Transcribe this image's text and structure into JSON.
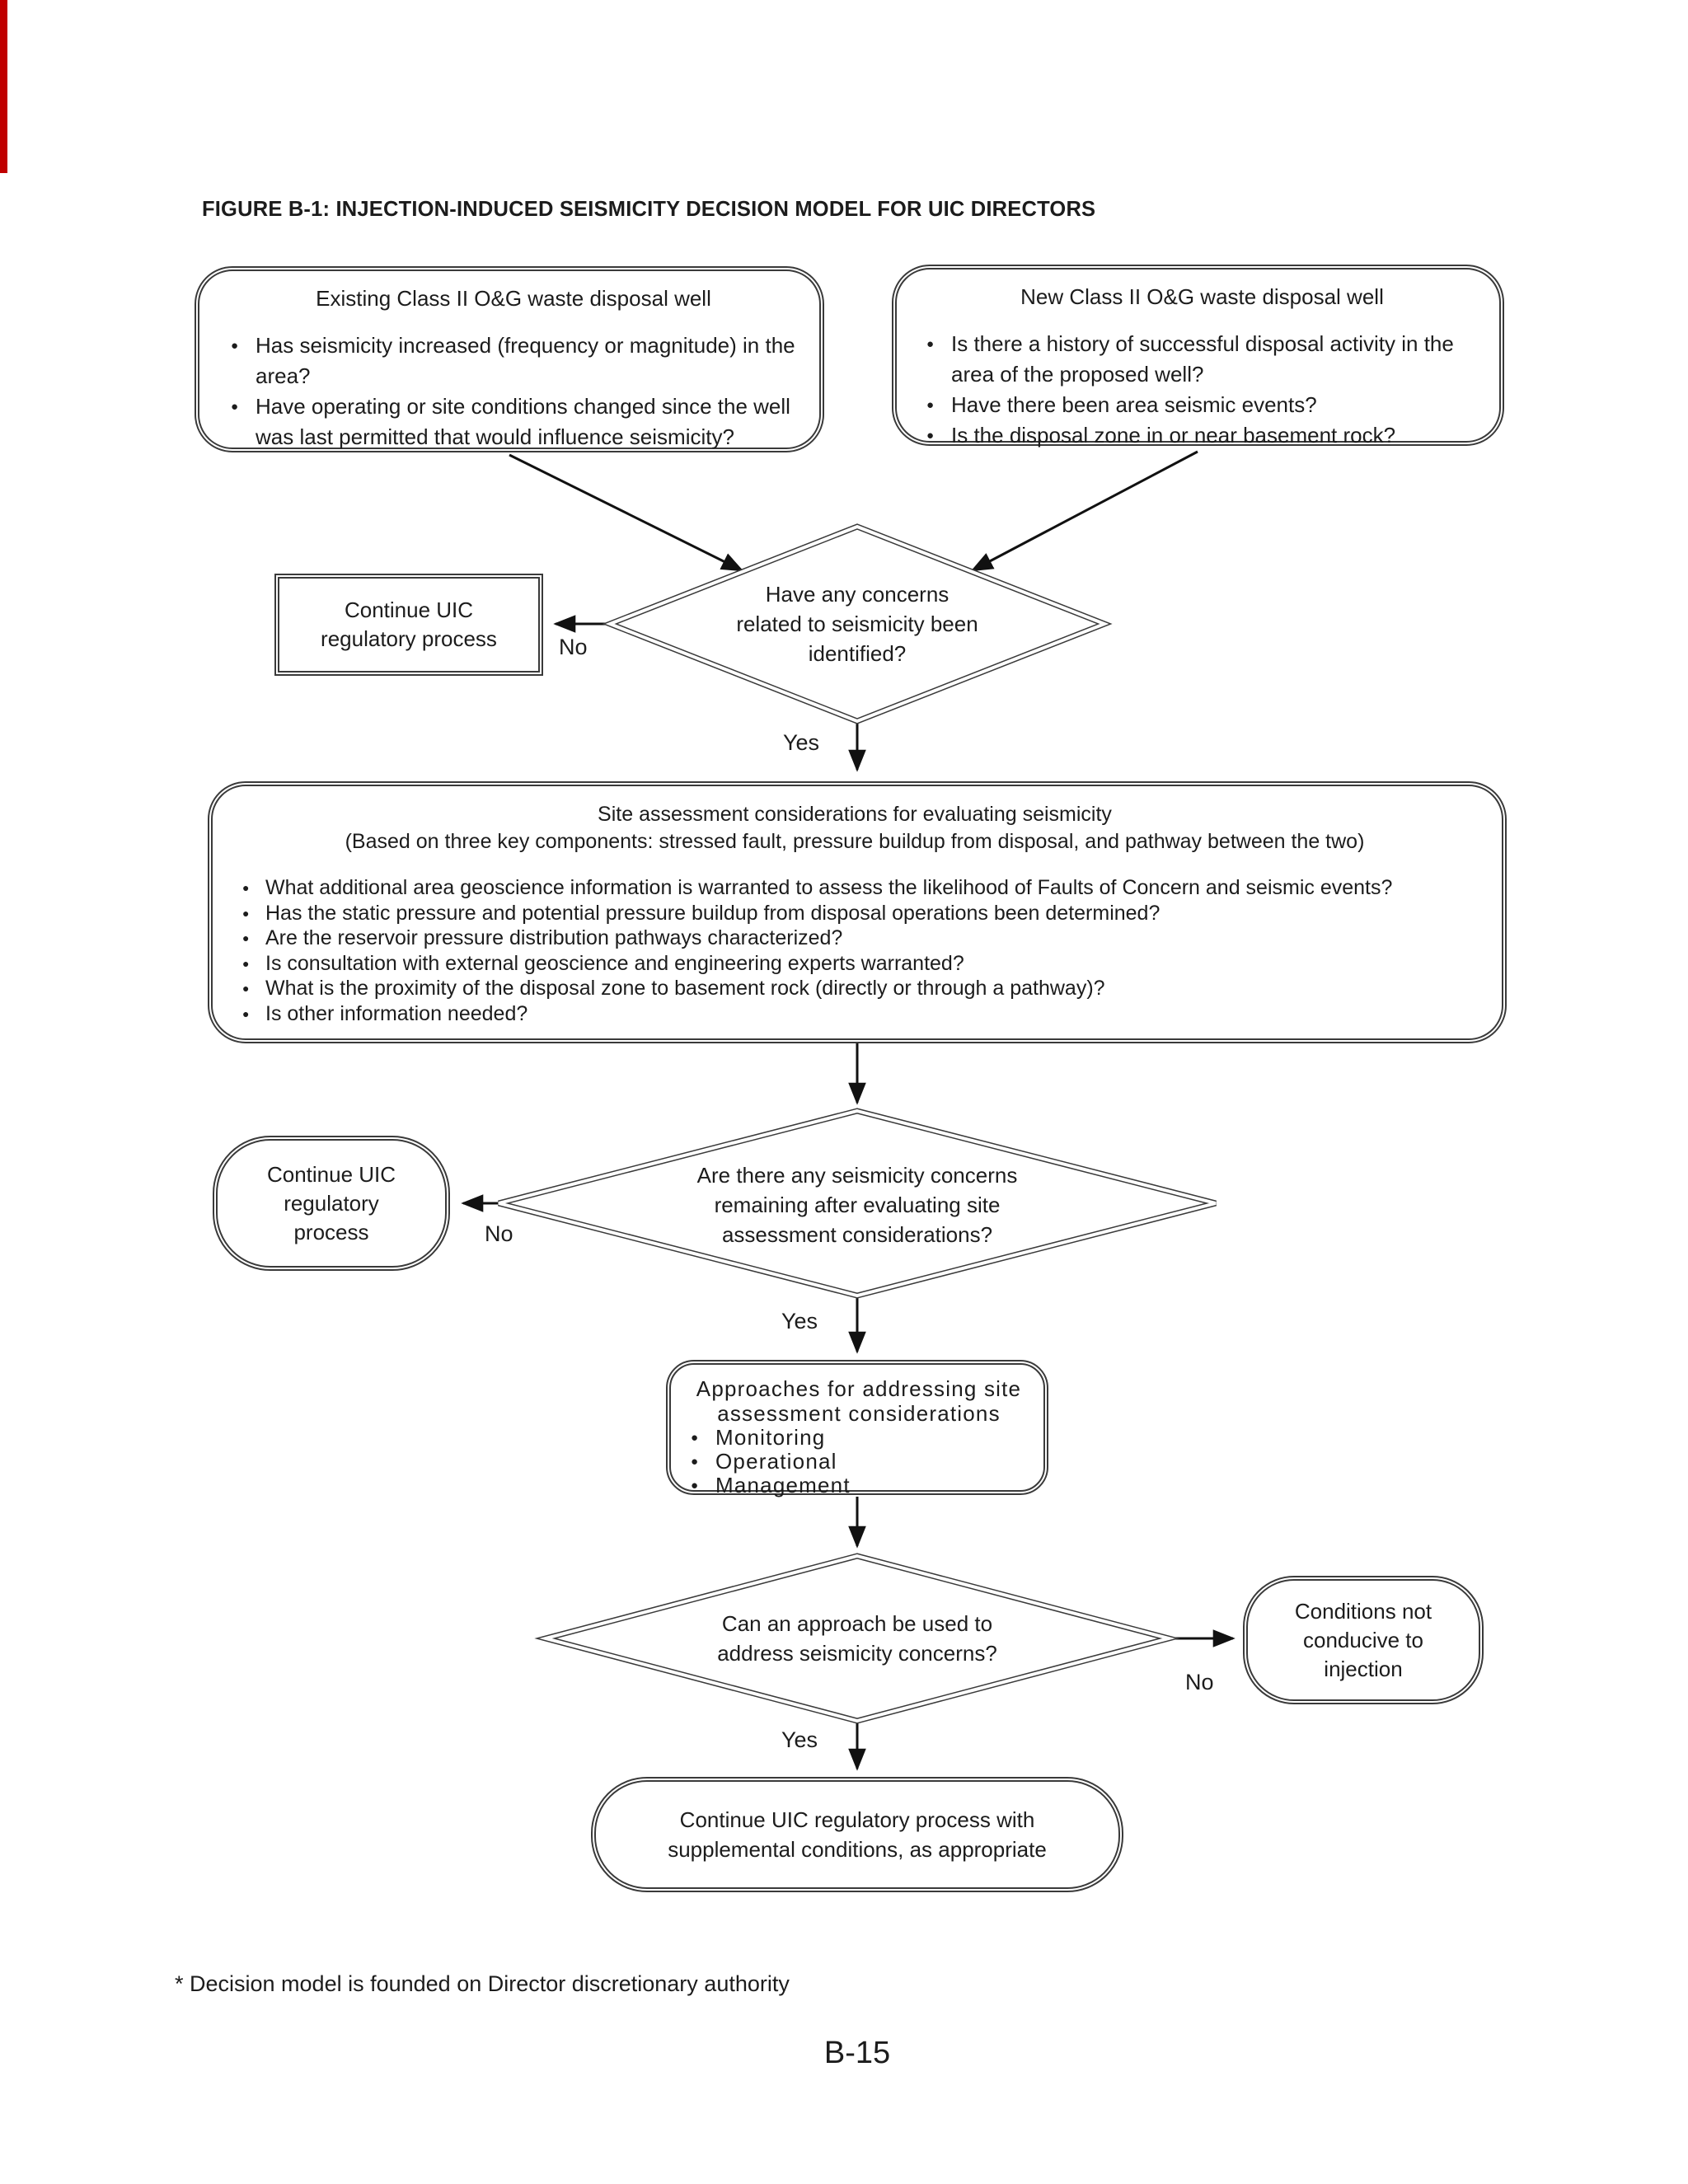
{
  "page": {
    "title": "FIGURE B-1: INJECTION-INDUCED SEISMICITY DECISION MODEL FOR UIC DIRECTORS",
    "footnote": "* Decision model is founded on Director discretionary authority",
    "page_number": "B-15",
    "accent_color": "#c00000",
    "line_color": "#111111",
    "border_color": "#3a3a3a"
  },
  "nodes": {
    "existing_well": {
      "title": "Existing Class II O&G waste disposal well",
      "bullets": [
        "Has seismicity increased (frequency or magnitude) in the area?",
        "Have operating or site conditions changed since the well was last permitted that would influence seismicity?"
      ]
    },
    "new_well": {
      "title": "New Class II O&G waste disposal well",
      "bullets": [
        "Is there a history of successful disposal activity in the area of the proposed well?",
        "Have there been area seismic events?",
        "Is the disposal zone in or near basement rock?"
      ]
    },
    "decision_concerns_identified": {
      "text": "Have any concerns related to seismicity been identified?"
    },
    "continue_uic_1": {
      "text": "Continue UIC regulatory process"
    },
    "site_assessment": {
      "title": "Site assessment considerations for evaluating seismicity",
      "subtitle": "(Based on three key components:  stressed fault, pressure buildup from disposal, and pathway between the two)",
      "bullets": [
        "What additional area geoscience information is warranted to assess the likelihood of Faults of Concern and seismic events?",
        "Has the static pressure and potential pressure buildup from disposal operations been determined?",
        "Are the reservoir pressure distribution pathways characterized?",
        "Is consultation with external geoscience and engineering experts warranted?",
        "What is the proximity of the disposal zone to basement rock (directly or through a pathway)?",
        "Is other information needed?"
      ]
    },
    "decision_concerns_remaining": {
      "text": "Are there any seismicity concerns remaining after evaluating site assessment considerations?"
    },
    "continue_uic_2": {
      "text": "Continue UIC regulatory process"
    },
    "approaches": {
      "title": "Approaches for addressing site assessment considerations",
      "bullets": [
        "Monitoring",
        "Operational",
        "Management"
      ]
    },
    "decision_approach_usable": {
      "text": "Can an approach be used to address seismicity concerns?"
    },
    "conditions_not_conducive": {
      "text": "Conditions not conducive to injection"
    },
    "continue_supplemental": {
      "text": "Continue UIC regulatory process with supplemental conditions, as appropriate"
    }
  },
  "edge_labels": {
    "no1": "No",
    "yes1": "Yes",
    "no2": "No",
    "yes2": "Yes",
    "no3": "No",
    "yes3": "Yes"
  }
}
